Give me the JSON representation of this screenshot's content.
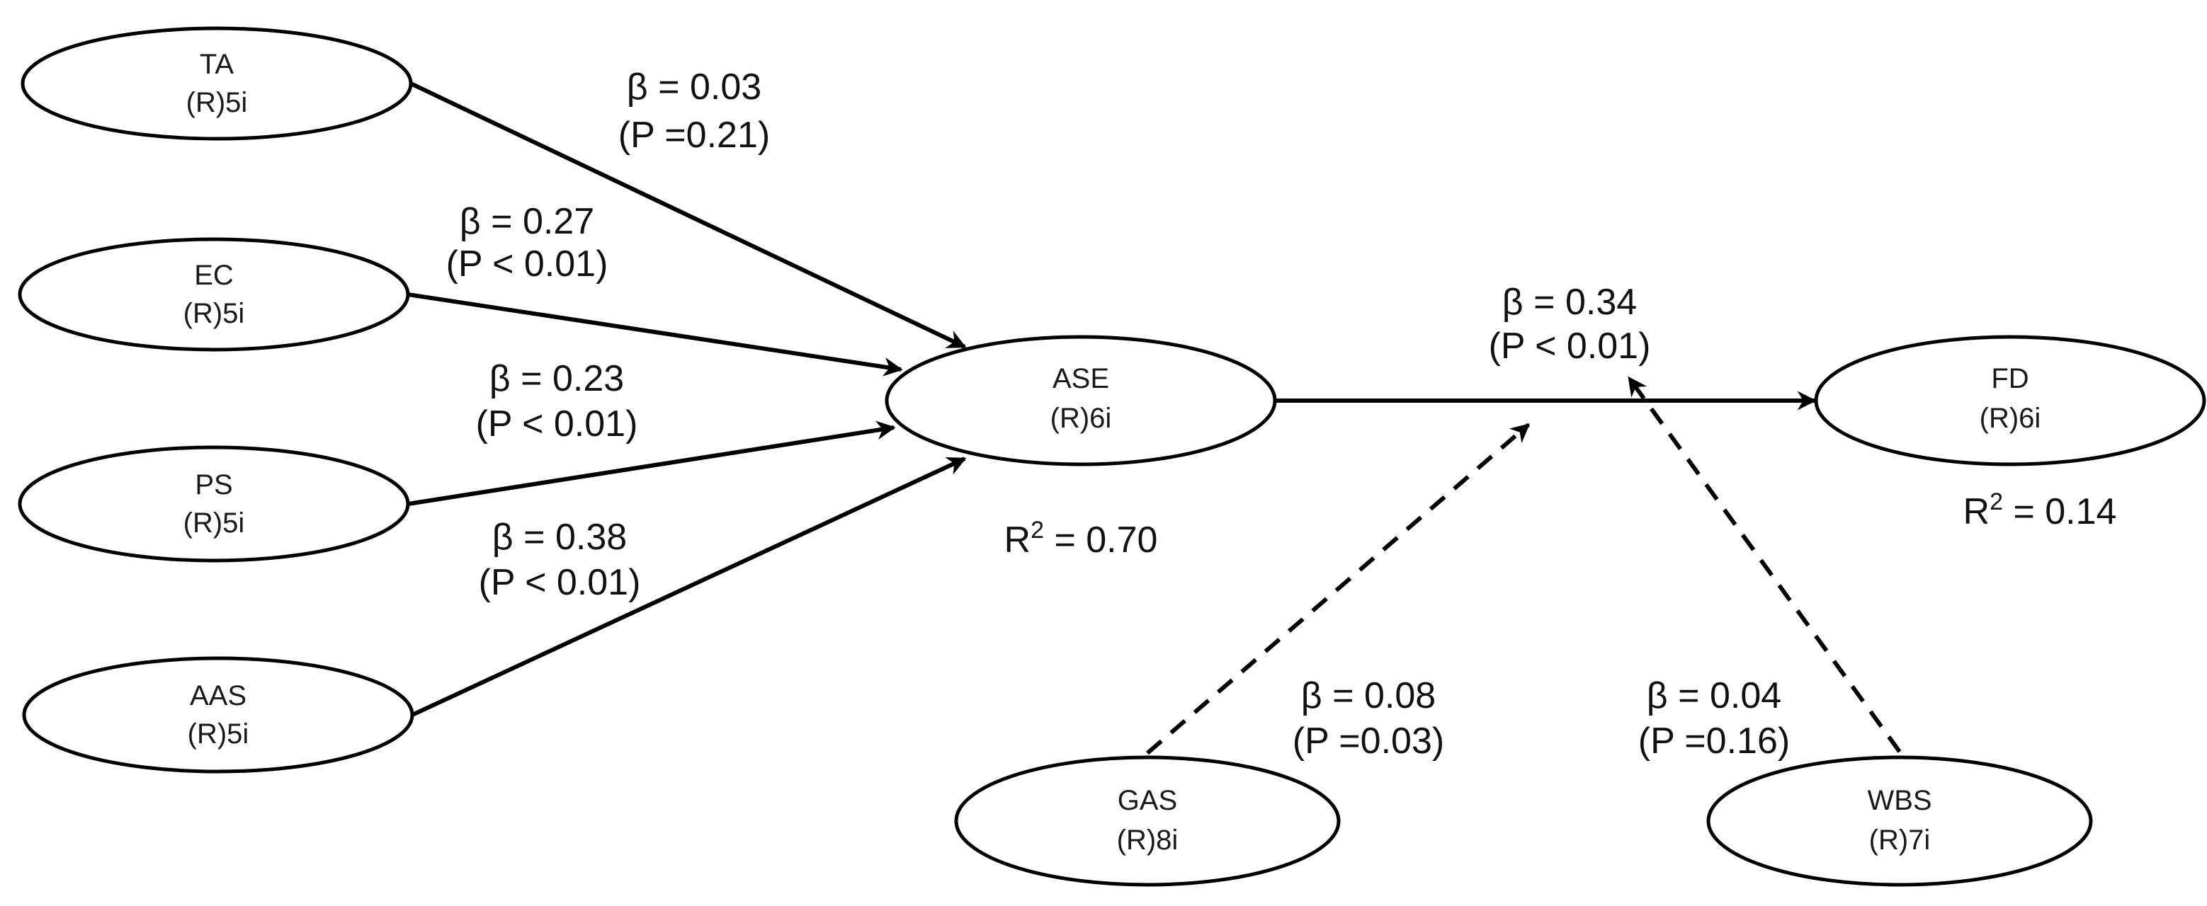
{
  "colors": {
    "stroke": "#000000",
    "text": "#1a1a1a",
    "background": "#ffffff"
  },
  "nodes": {
    "ta": {
      "title": "TA",
      "sub": "(R)5i"
    },
    "ec": {
      "title": "EC",
      "sub": "(R)5i"
    },
    "ps": {
      "title": "PS",
      "sub": "(R)5i"
    },
    "aas": {
      "title": "AAS",
      "sub": "(R)5i"
    },
    "ase": {
      "title": "ASE",
      "sub": "(R)6i"
    },
    "fd": {
      "title": "FD",
      "sub": "(R)6i"
    },
    "gas": {
      "title": "GAS",
      "sub": "(R)8i"
    },
    "wbs": {
      "title": "WBS",
      "sub": "(R)7i"
    }
  },
  "paths": {
    "ta_ase": {
      "beta": "β = 0.03",
      "p": "(P =0.21)",
      "style": "solid"
    },
    "ec_ase": {
      "beta": "β = 0.27",
      "p": "(P < 0.01)",
      "style": "solid"
    },
    "ps_ase": {
      "beta": "β = 0.23",
      "p": "(P < 0.01)",
      "style": "solid"
    },
    "aas_ase": {
      "beta": "β = 0.38",
      "p": "(P < 0.01)",
      "style": "solid"
    },
    "ase_fd": {
      "beta": "β = 0.34",
      "p": "(P < 0.01)",
      "style": "solid"
    },
    "gas_mod": {
      "beta": "β = 0.08",
      "p": "(P =0.03)",
      "style": "dashed"
    },
    "wbs_mod": {
      "beta": "β = 0.04",
      "p": "(P =0.16)",
      "style": "dashed"
    }
  },
  "r2": {
    "ase": {
      "prefix": "R",
      "sup": "2",
      "value": " = 0.70"
    },
    "fd": {
      "prefix": "R",
      "sup": "2",
      "value": " = 0.14"
    }
  }
}
